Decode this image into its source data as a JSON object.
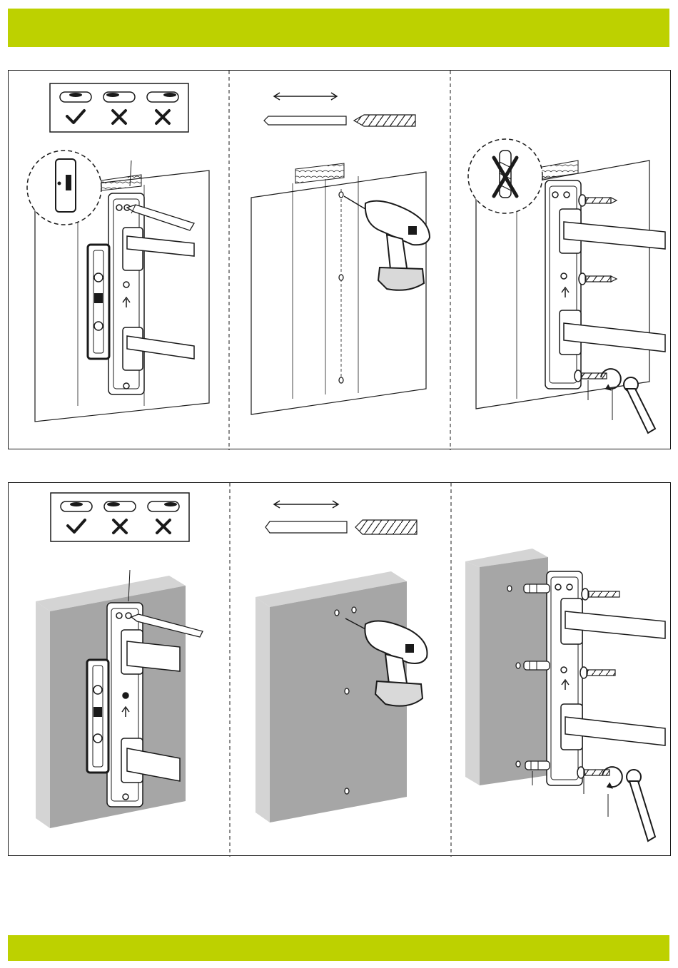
{
  "colors": {
    "accent": "#bdd100",
    "wall_grey": "#a6a6a6",
    "wall_side": "#d4d4d4",
    "line": "#1a1a1a"
  },
  "sections": [
    {
      "name": "wood-stud-wall",
      "steps": [
        "level-and-mark",
        "drill-pilot-holes",
        "fasten-lag-bolts-no-anchors"
      ]
    },
    {
      "name": "concrete-wall",
      "steps": [
        "level-and-mark",
        "drill-holes",
        "insert-anchors-fasten-bolts"
      ]
    }
  ],
  "level_check": [
    {
      "icon": "check-icon",
      "status": "correct"
    },
    {
      "icon": "cross-icon",
      "status": "wrong"
    },
    {
      "icon": "cross-icon",
      "status": "wrong"
    }
  ],
  "icons": {
    "pencil": "pencil-icon",
    "drill": "power-drill-icon",
    "wrench": "socket-wrench-icon",
    "no_anchor": "no-anchor-icon",
    "bubble_level": "bubble-level-icon"
  }
}
